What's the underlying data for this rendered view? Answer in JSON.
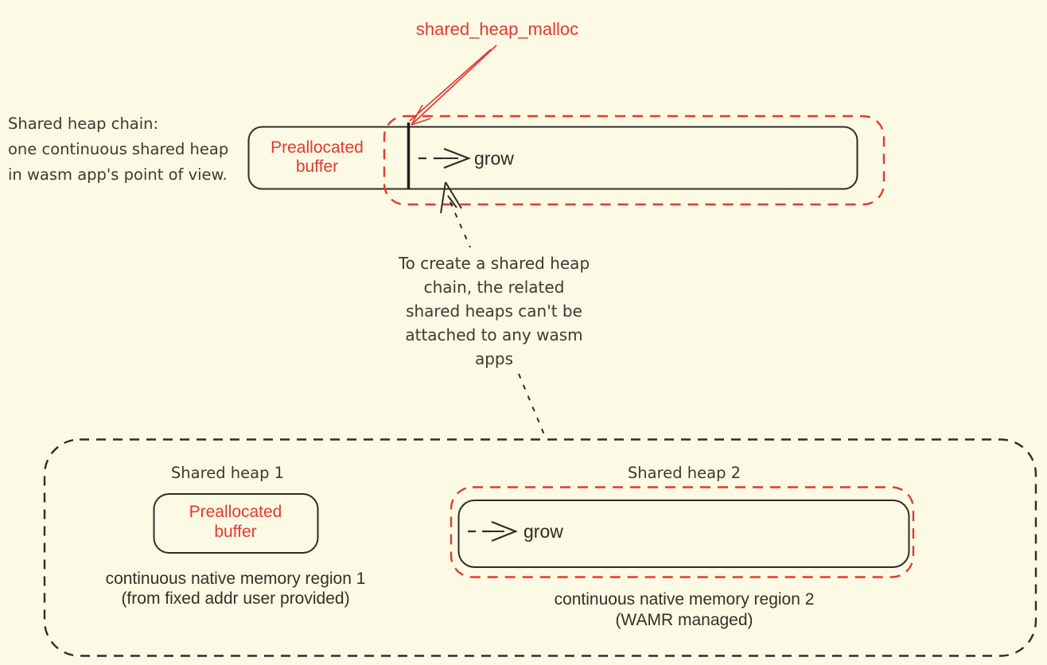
{
  "colors": {
    "background": "#FCF9E4",
    "red_accent": "#E23A30",
    "line_black": "#2E2E29",
    "text_dark": "#3B3B33"
  },
  "top_section": {
    "malloc_label": "shared_heap_malloc",
    "description": "Shared heap chain:\none continuous shared heap\nin wasm app's point of view.",
    "preallocated_buffer_label": "Preallocated\nbuffer",
    "grow_label": "grow"
  },
  "annotation": {
    "text": "To create a shared heap\nchain, the related\nshared heaps can't be\nattached to any wasm\napps"
  },
  "bottom_section": {
    "heap1": {
      "title": "Shared heap 1",
      "box_label": "Preallocated\nbuffer",
      "caption": "continuous native memory region 1\n(from fixed addr user provided)"
    },
    "heap2": {
      "title": "Shared heap 2",
      "grow_label": "grow",
      "caption": "continuous native memory region 2\n(WAMR managed)"
    }
  },
  "icons": {
    "malloc_arrow": "red double-line arrow pointing to heap chain split",
    "grow_arrow_top": "dashed rightward grow arrow",
    "grow_arrow_bottom": "dashed rightward grow arrow",
    "cursor_arrow": "hand-drawn cursor arrow pointing at chain junction"
  }
}
